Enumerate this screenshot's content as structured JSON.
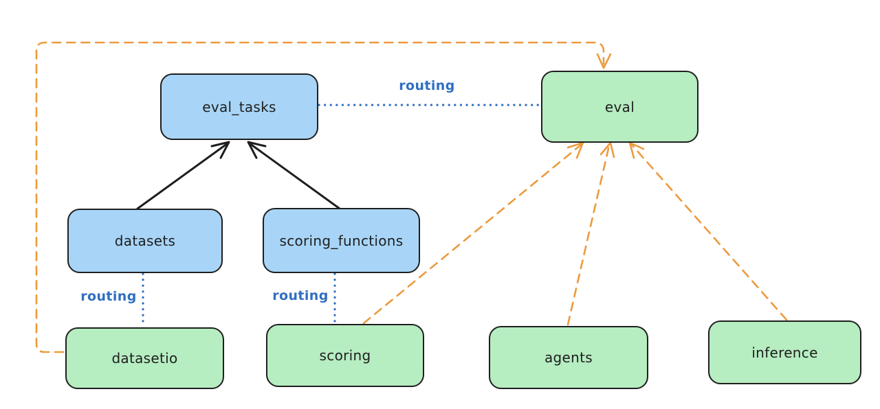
{
  "diagram": {
    "background_color": "#ffffff",
    "colors": {
      "api_node_fill": "#a8d5f7",
      "provider_node_fill": "#b6edc1",
      "node_border": "#1e1e1e",
      "solid_arrow": "#1e1e1e",
      "routing_line": "#2f6fc1",
      "provider_arrow": "#ec9a3d"
    },
    "nodes": [
      {
        "id": "eval_tasks",
        "label": "eval_tasks",
        "fill": "#a8d5f7"
      },
      {
        "id": "eval",
        "label": "eval",
        "fill": "#b6edc1"
      },
      {
        "id": "datasets",
        "label": "datasets",
        "fill": "#a8d5f7"
      },
      {
        "id": "scoring_functions",
        "label": "scoring_functions",
        "fill": "#a8d5f7"
      },
      {
        "id": "datasetio",
        "label": "datasetio",
        "fill": "#b6edc1"
      },
      {
        "id": "scoring",
        "label": "scoring",
        "fill": "#b6edc1"
      },
      {
        "id": "agents",
        "label": "agents",
        "fill": "#b6edc1"
      },
      {
        "id": "inference",
        "label": "inference",
        "fill": "#b6edc1"
      }
    ],
    "edges": [
      {
        "from": "datasets",
        "to": "eval_tasks",
        "style": "solid-arrow",
        "color": "#1e1e1e",
        "label": ""
      },
      {
        "from": "scoring_functions",
        "to": "eval_tasks",
        "style": "solid-arrow",
        "color": "#1e1e1e",
        "label": ""
      },
      {
        "from": "eval_tasks",
        "to": "eval",
        "style": "dotted",
        "color": "#2f6fc1",
        "label": "routing"
      },
      {
        "from": "datasets",
        "to": "datasetio",
        "style": "dotted",
        "color": "#2f6fc1",
        "label": "routing"
      },
      {
        "from": "scoring_functions",
        "to": "scoring",
        "style": "dotted",
        "color": "#2f6fc1",
        "label": "routing"
      },
      {
        "from": "datasetio",
        "to": "eval",
        "style": "dashed-arrow",
        "color": "#ec9a3d",
        "label": ""
      },
      {
        "from": "scoring",
        "to": "eval",
        "style": "dashed-arrow",
        "color": "#ec9a3d",
        "label": ""
      },
      {
        "from": "agents",
        "to": "eval",
        "style": "dashed-arrow",
        "color": "#ec9a3d",
        "label": ""
      },
      {
        "from": "inference",
        "to": "eval",
        "style": "dashed-arrow",
        "color": "#ec9a3d",
        "label": ""
      }
    ]
  }
}
